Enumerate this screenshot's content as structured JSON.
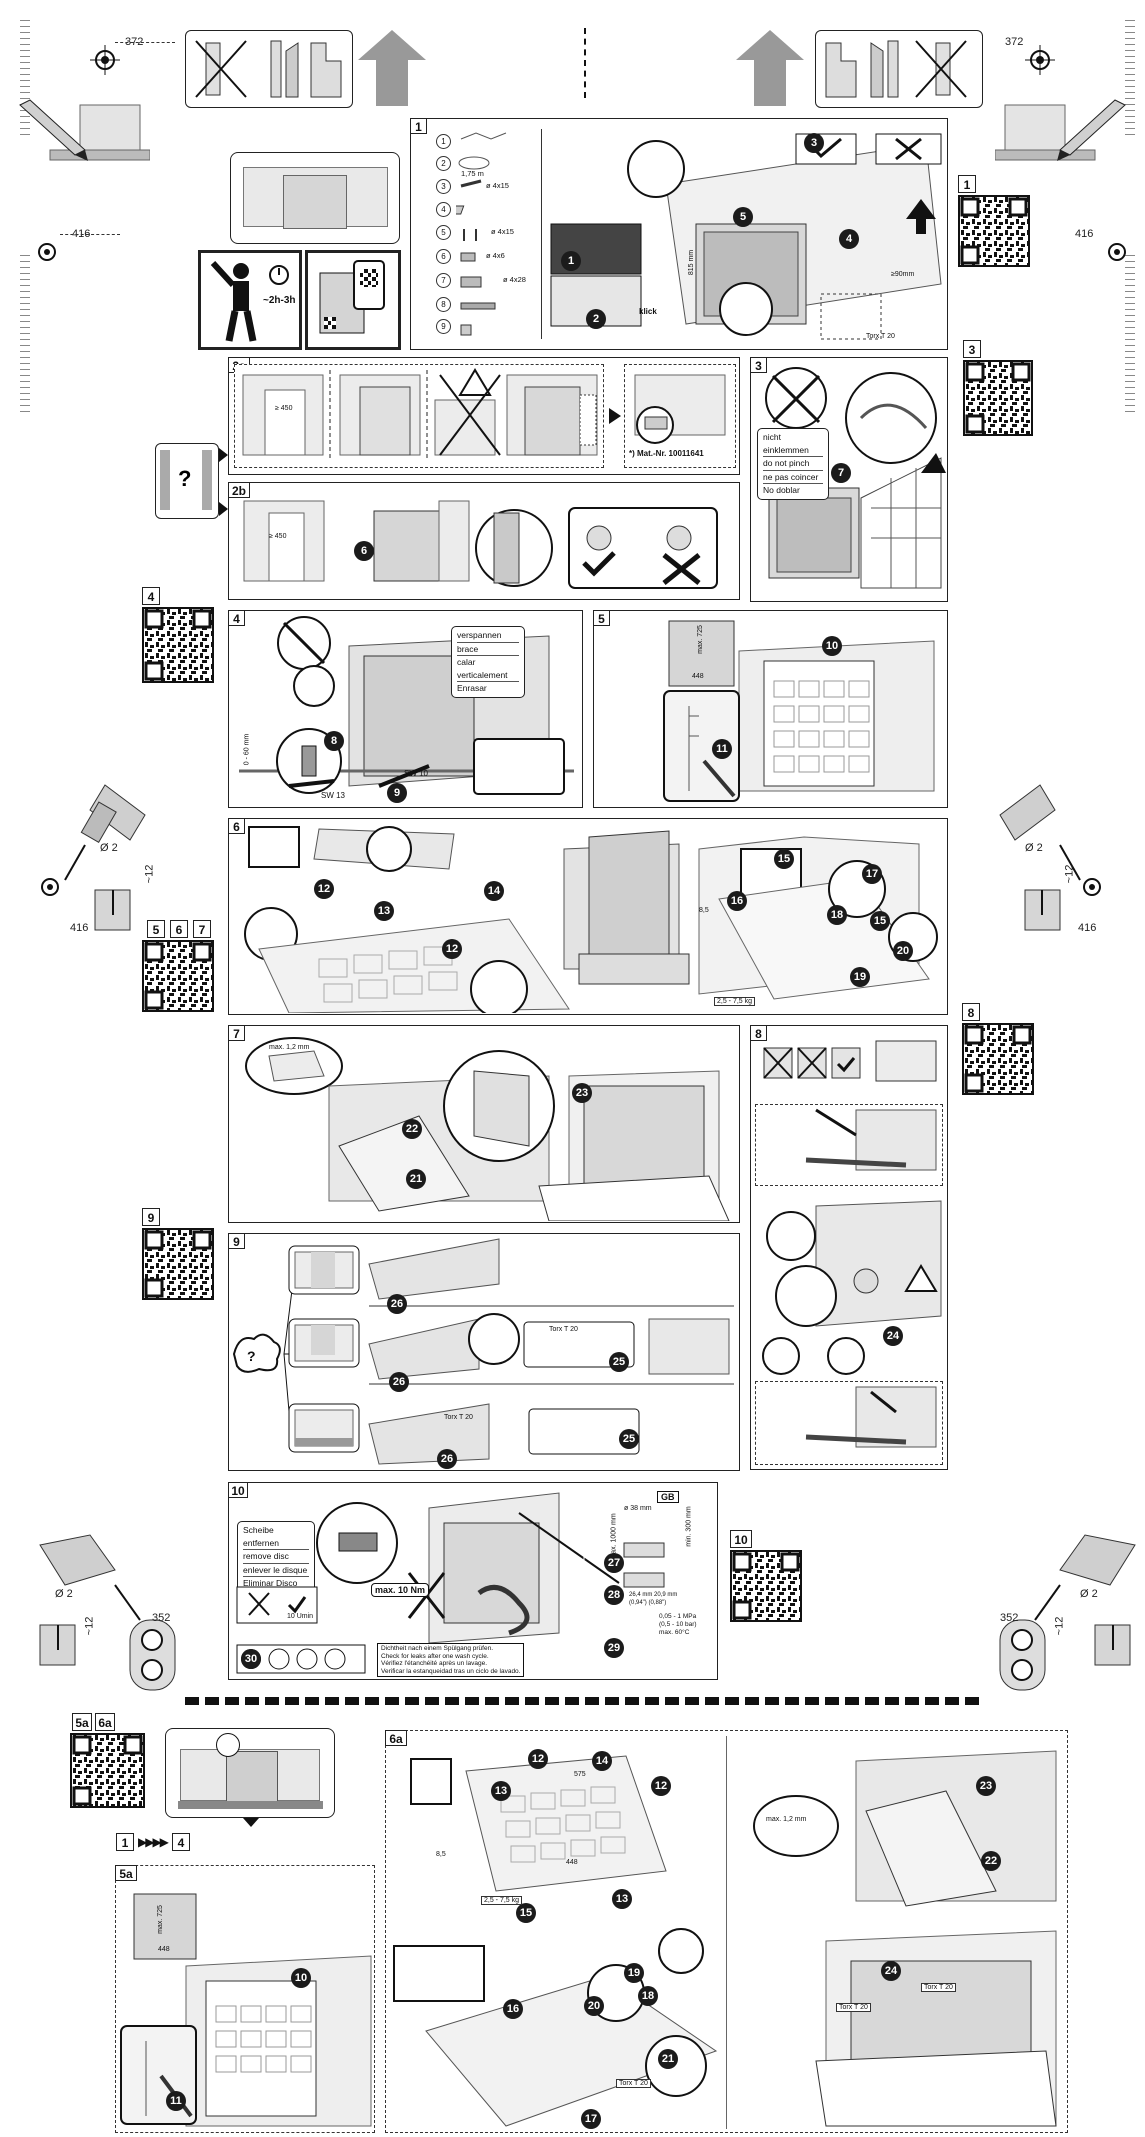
{
  "colors": {
    "ink": "#111111",
    "panel_fill": "#ffffff",
    "gray": "#999999",
    "light": "#e9e9e9"
  },
  "dims": {
    "d372": "372",
    "d416": "416",
    "d352": "352",
    "dia2": "Ø 2",
    "depth12": "~12"
  },
  "top_right_dims": {
    "d372": "372",
    "d416": "416"
  },
  "time_label": "~2h-3h",
  "panel_numbers": {
    "p1": "1",
    "p2a": "2a",
    "p2b": "2b",
    "p3": "3",
    "p4": "4",
    "p5": "5",
    "p6": "6",
    "p7": "7",
    "p8": "8",
    "p9": "9",
    "p10": "10",
    "p5a": "5a",
    "p6a": "6a"
  },
  "qr_labels": {
    "q1": "1",
    "q3": "3",
    "q4": "4",
    "q5": "5",
    "q6": "6",
    "q7": "7",
    "q8": "8",
    "q9": "9",
    "q10": "10",
    "q5a": "5a",
    "q6a": "6a"
  },
  "panel1": {
    "hose_len": "1,75 m",
    "screw1": "ø 4x15",
    "screw2": "ø 4x15",
    "screw3": "ø 4x6",
    "screw4": "ø 4x28",
    "height": "815 mm",
    "click": "klick",
    "gap": "≥90mm",
    "torx": "Torx T 20",
    "parts": [
      "1",
      "2",
      "3",
      "4",
      "5",
      "6",
      "7",
      "8",
      "9"
    ]
  },
  "panel2a": {
    "width": "≥ 450",
    "mat": "*) Mat.-Nr. 10011641"
  },
  "panel2b": {
    "width": "≥ 450"
  },
  "panel3": {
    "labels": [
      "nicht einklemmen",
      "do not pinch",
      "ne pas coincer",
      "No doblar"
    ]
  },
  "panel4": {
    "labels": [
      "verspannen",
      "brace",
      "calar verticalement",
      "Enrasar"
    ],
    "range": "0 - 60 mm",
    "sw13": "SW 13",
    "sw10": "SW 10"
  },
  "panel5": {
    "max": "max. 725",
    "width": "448"
  },
  "panel6": {
    "weight": "2,5 - 7,5 kg",
    "d8": "8,5"
  },
  "panel7": {
    "max": "max. 1,2 mm"
  },
  "panel9": {
    "torx": "Torx T 20",
    "torx2": "Torx T 20",
    "q": "?"
  },
  "panel10": {
    "labels": [
      "Scheibe entfernen",
      "remove disc",
      "enlever le disque",
      "Eliminar Disco"
    ],
    "torque": "max. 10 Nm",
    "timer": "10 Umin",
    "dia38": "ø 38 mm",
    "hmax": "max. 1000 mm",
    "min": "min. 300 mm",
    "thread1": "26,4 mm",
    "thread2": "(0,94\")",
    "thread3": "20,9 mm",
    "thread4": "(0,88\")",
    "pressure1": "0,05 - 1 MPa",
    "pressure2": "(0,5 - 10 bar)",
    "temp": "max. 60°C",
    "country": "GB",
    "check": [
      "Dichtheit nach einem Spülgang prüfen.",
      "Check for leaks after one wash cycle.",
      "Vérifiez l'étanchéité après un lavage.",
      "Verificar la estanqueidad tras un ciclo de lavado."
    ]
  },
  "steps_label": {
    "from": "1",
    "to": "4"
  },
  "panel5a": {
    "max": "max. 725",
    "width": "448"
  },
  "panel6a": {
    "torx": "Torx T 20",
    "torx2": "Torx T 20",
    "torx3": "Torx T 20",
    "max": "max. 1,2 mm",
    "weight": "2,5 - 7,5 kg",
    "w1": "448",
    "w2": "575",
    "d8": "8,5"
  },
  "badges": {
    "b1": "1",
    "b2": "2",
    "b3": "3",
    "b4": "4",
    "b5": "5",
    "b6": "6",
    "b7": "7",
    "b8": "8",
    "b9": "9",
    "b10": "10",
    "b11": "11",
    "b12": "12",
    "b13": "13",
    "b14": "14",
    "b15": "15",
    "b16": "16",
    "b17": "17",
    "b18": "18",
    "b19": "19",
    "b20": "20",
    "b21": "21",
    "b22": "22",
    "b23": "23",
    "b24": "24",
    "b25": "25",
    "b26": "26",
    "b27": "27",
    "b28": "28",
    "b29": "29",
    "b30": "30"
  }
}
